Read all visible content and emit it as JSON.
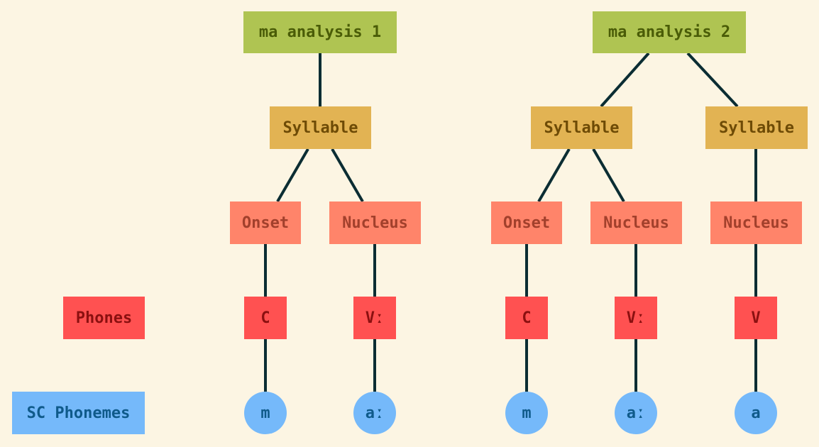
{
  "row_labels": {
    "phones": "Phones",
    "sc_phonemes": "SC Phonemes"
  },
  "analysis1": {
    "root": "ma analysis 1",
    "syllable": "Syllable",
    "onset": "Onset",
    "nucleus": "Nucleus",
    "phone_c": "C",
    "phone_v": "Vː",
    "phoneme_m": "m",
    "phoneme_a": "aː"
  },
  "analysis2": {
    "root": "ma analysis 2",
    "syllable1": "Syllable",
    "syllable2": "Syllable",
    "onset": "Onset",
    "nucleus1": "Nucleus",
    "nucleus2": "Nucleus",
    "phone_c": "C",
    "phone_v1": "Vː",
    "phone_v2": "V",
    "phoneme_m": "m",
    "phoneme_a1": "aː",
    "phoneme_a2": "a"
  },
  "colors": {
    "background": "#fcf5e3",
    "root": "#afc452",
    "syllable": "#e2b353",
    "constituent": "#ff846a",
    "phone": "#ff5151",
    "phoneme": "#75b9fa",
    "edge": "#0b2d33"
  }
}
